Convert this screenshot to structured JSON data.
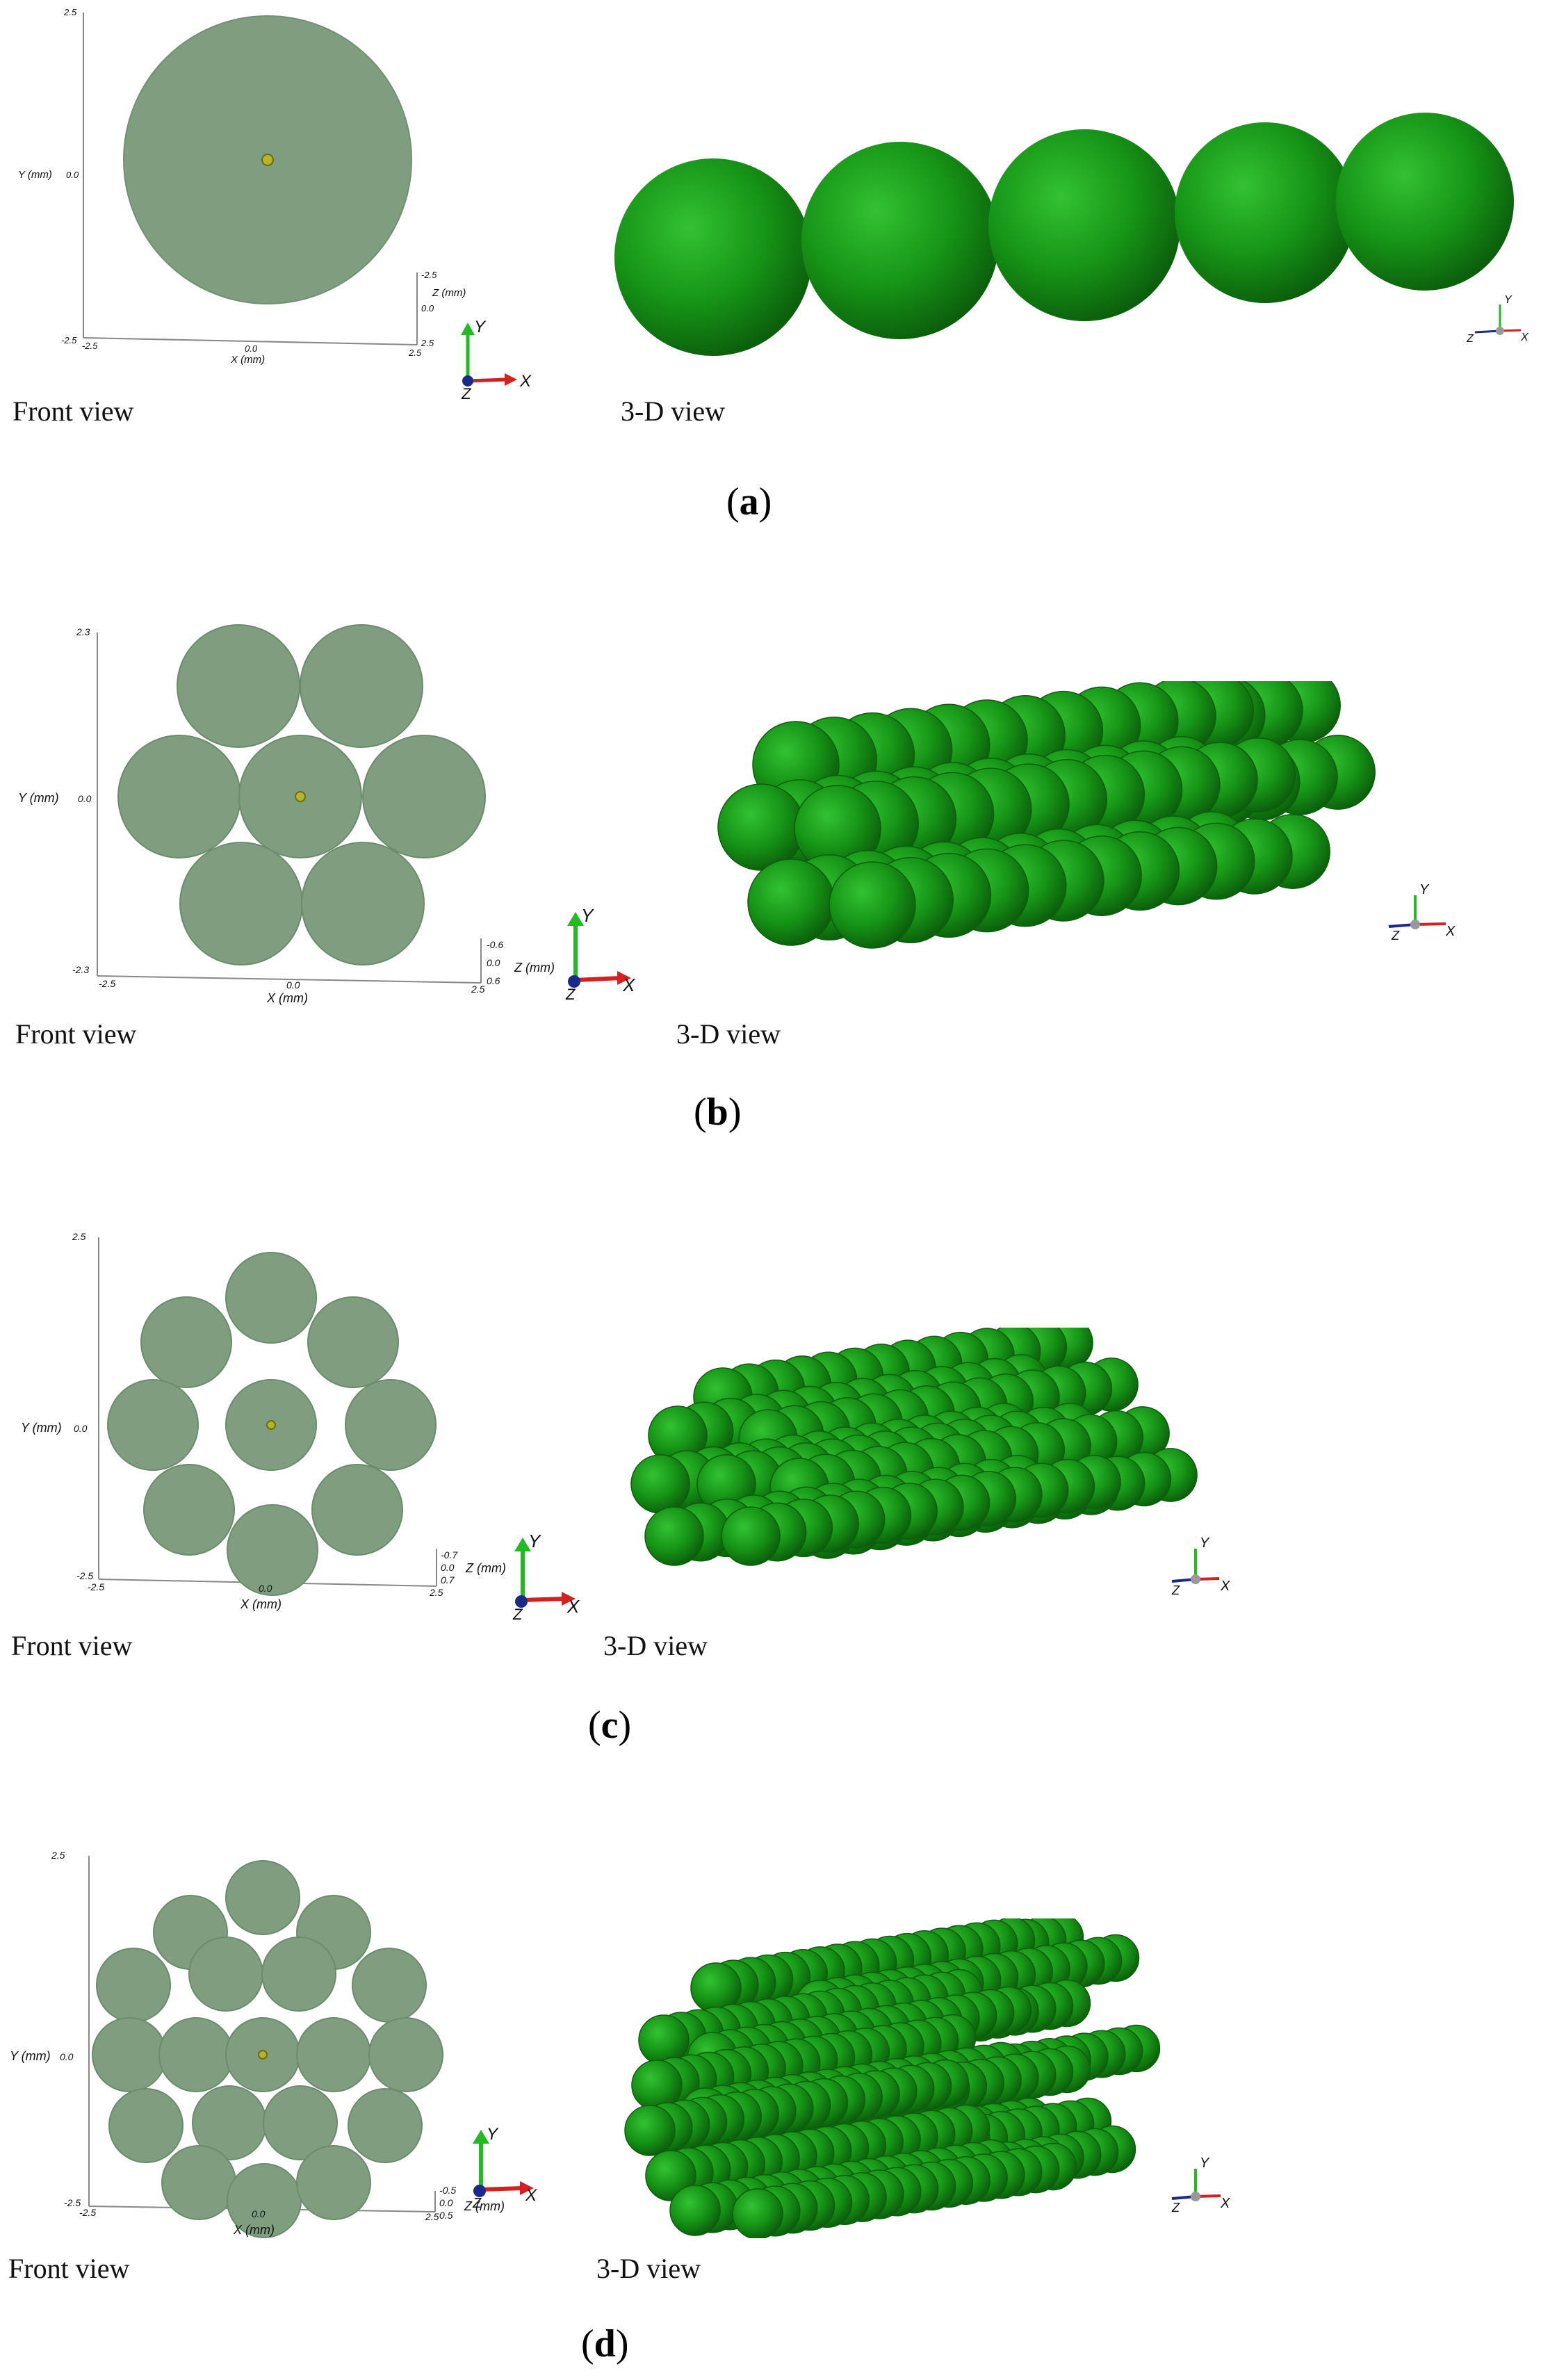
{
  "panels": [
    {
      "id": "a",
      "label": "a",
      "front_caption": "Front view",
      "iso_caption": "3-D view",
      "front_axes": {
        "y_label": "Y (mm)",
        "y_ticks": [
          "2.5",
          "0.0",
          "-2.5"
        ],
        "x_label": "X (mm)",
        "x_ticks": [
          "-2.5",
          "0.0",
          "2.5"
        ],
        "z_label": "Z (mm)",
        "z_ticks": [
          "-2.5",
          "0.0",
          "2.5"
        ]
      },
      "triad": {
        "x": "X",
        "y": "Y",
        "z": "Z"
      }
    },
    {
      "id": "b",
      "label": "b",
      "front_caption": "Front view",
      "iso_caption": "3-D view",
      "front_axes": {
        "y_label": "Y (mm)",
        "y_ticks": [
          "2.3",
          "0.0",
          "-2.3"
        ],
        "x_label": "X (mm)",
        "x_ticks": [
          "-2.5",
          "0.0",
          "2.5"
        ],
        "z_label": "Z (mm)",
        "z_ticks": [
          "-0.6",
          "0.0",
          "0.6"
        ]
      },
      "triad": {
        "x": "X",
        "y": "Y",
        "z": "Z"
      }
    },
    {
      "id": "c",
      "label": "c",
      "front_caption": "Front view",
      "iso_caption": "3-D view",
      "front_axes": {
        "y_label": "Y (mm)",
        "y_ticks": [
          "2.5",
          "0.0",
          "-2.5"
        ],
        "x_label": "X (mm)",
        "x_ticks": [
          "-2.5",
          "0.0",
          "2.5"
        ],
        "z_label": "Z (mm)",
        "z_ticks": [
          "-0.7",
          "0.0",
          "0.7"
        ]
      },
      "triad": {
        "x": "X",
        "y": "Y",
        "z": "Z"
      }
    },
    {
      "id": "d",
      "label": "d",
      "front_caption": "Front view",
      "iso_caption": "3-D view",
      "front_axes": {
        "y_label": "Y (mm)",
        "y_ticks": [
          "2.5",
          "0.0",
          "-2.5"
        ],
        "x_label": "X (mm)",
        "x_ticks": [
          "-2.5",
          "0.0",
          "2.5"
        ],
        "z_label": "Z (mm)",
        "z_ticks": [
          "-0.5",
          "0.0",
          "0.5"
        ]
      },
      "triad": {
        "x": "X",
        "y": "Y",
        "z": "Z"
      }
    }
  ],
  "colors": {
    "front_sphere": "#7f9e7f",
    "iso_sphere": "#1f9a1f",
    "axis_x": "#d42020",
    "axis_y": "#22bb22",
    "axis_z": "#1a2a8a"
  }
}
